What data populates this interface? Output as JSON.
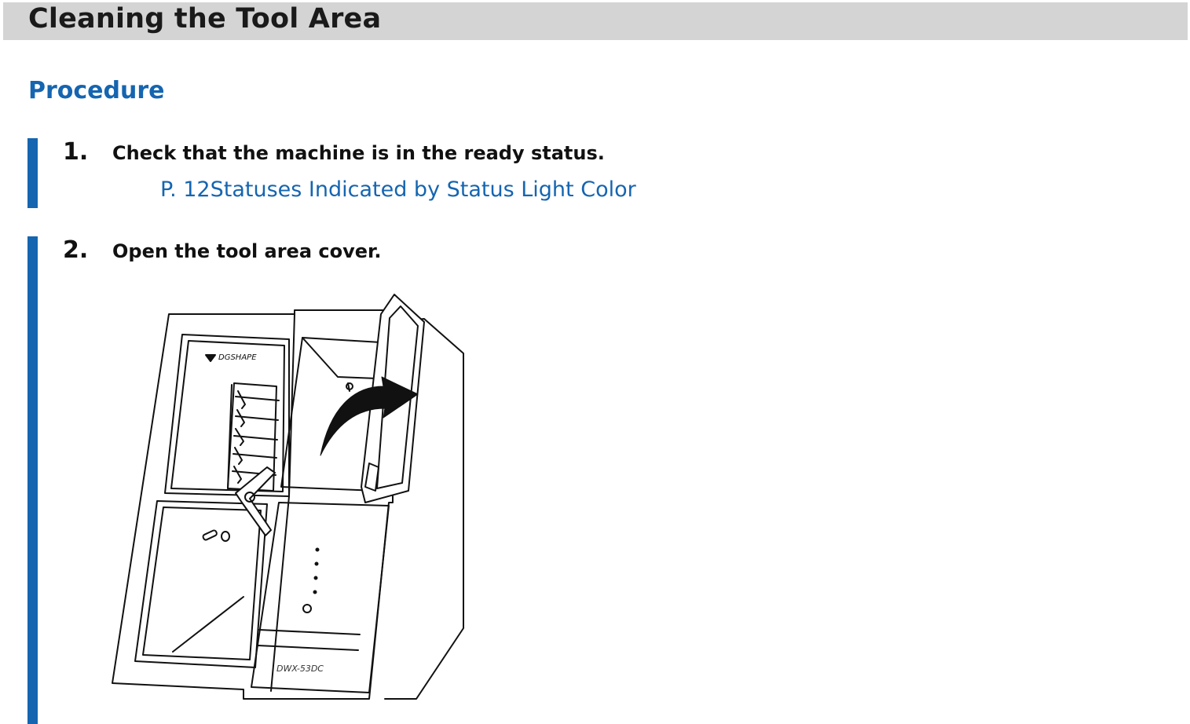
{
  "header": {
    "title": "Cleaning the Tool Area"
  },
  "section": {
    "heading": "Procedure"
  },
  "steps": [
    {
      "number": "1.",
      "text": "Check that the machine is in the ready status."
    },
    {
      "number": "2.",
      "text": "Open the tool area cover."
    }
  ],
  "reference": {
    "page": "P. 12",
    "title": "Statuses Indicated by Status Light Color"
  },
  "illustration": {
    "brand": "DGSHAPE",
    "model": "DWX-53DC",
    "arrow_icon": "curved-arrow-icon"
  }
}
